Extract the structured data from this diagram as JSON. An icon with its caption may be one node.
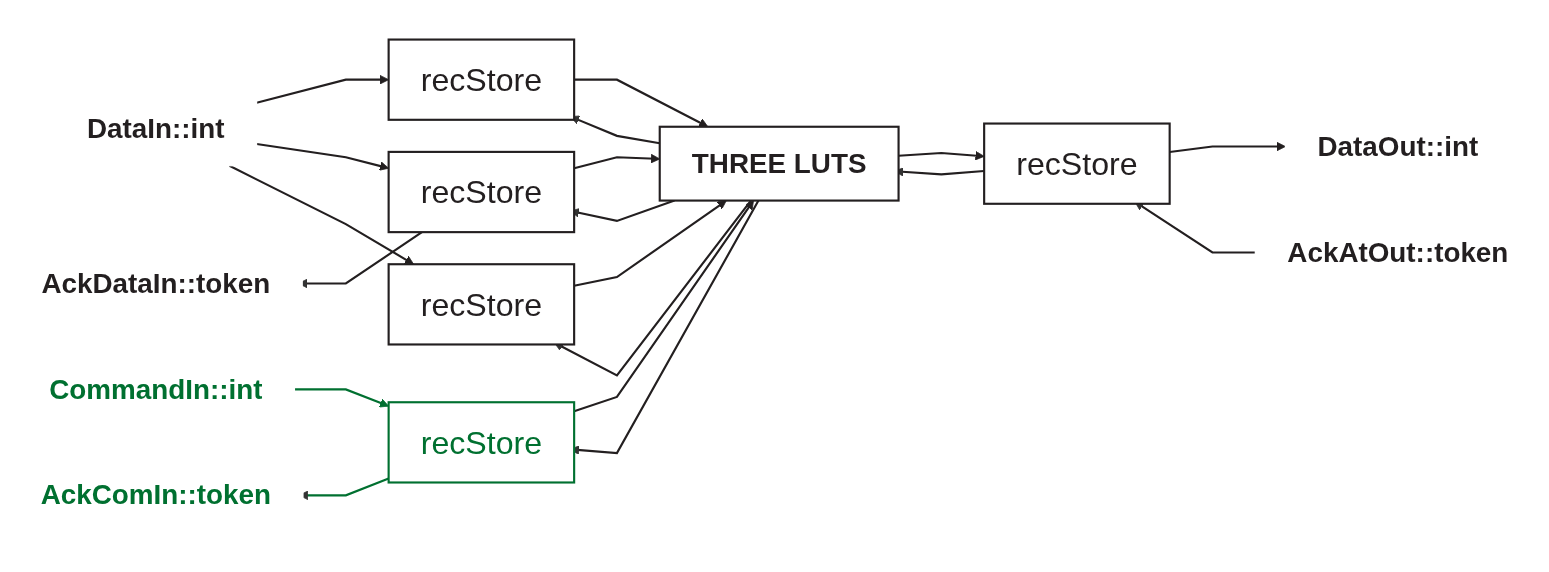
{
  "diagram": {
    "nodes": [
      {
        "text": [
          "DataIn::int"
        ]
      },
      {
        "text": [
          "AckDataIn::token"
        ]
      },
      {
        "text": [
          "CommandIn::int"
        ]
      },
      {
        "text": [
          "AckComIn::token"
        ]
      },
      {
        "text": [
          "recStore"
        ]
      },
      {
        "text": [
          "recStore"
        ]
      },
      {
        "text": [
          "recStore"
        ]
      },
      {
        "text": [
          "recStore"
        ]
      },
      {
        "text": [
          "THREE LUTS"
        ]
      },
      {
        "text": [
          "recStore"
        ]
      },
      {
        "text": [
          "DataOut::int"
        ]
      },
      {
        "text": [
          "AckAtOut::token"
        ]
      }
    ],
    "edges": [
      {
        "from": 0,
        "to": 4,
        "arrow": "to"
      },
      {
        "from": 0,
        "to": 5,
        "arrow": "to"
      },
      {
        "from": 0,
        "to": 6,
        "arrow": "to"
      },
      {
        "from": 5,
        "to": 1,
        "arrow": "to"
      },
      {
        "from": 2,
        "to": 7,
        "arrow": "to",
        "color": "#007030"
      },
      {
        "from": 7,
        "to": 3,
        "arrow": "to",
        "color": "#007030"
      },
      {
        "from": 4,
        "to": 8,
        "arrow": "to"
      },
      {
        "from": 5,
        "to": 8,
        "arrow": "to"
      },
      {
        "from": 6,
        "to": 8,
        "arrow": "to"
      },
      {
        "from": 7,
        "to": 8,
        "arrow": "to"
      },
      {
        "from": 8,
        "to": 4,
        "arrow": "to"
      },
      {
        "from": 8,
        "to": 5,
        "arrow": "to"
      },
      {
        "from": 8,
        "to": 6,
        "arrow": "to"
      },
      {
        "from": 8,
        "to": 7,
        "arrow": "to"
      },
      {
        "from": 8,
        "to": 9,
        "arrow": "to"
      },
      {
        "from": 9,
        "to": 8,
        "arrow": "to"
      },
      {
        "from": 9,
        "to": 10,
        "arrow": "to"
      },
      {
        "from": 11,
        "to": 9,
        "arrow": "to"
      }
    ]
  }
}
